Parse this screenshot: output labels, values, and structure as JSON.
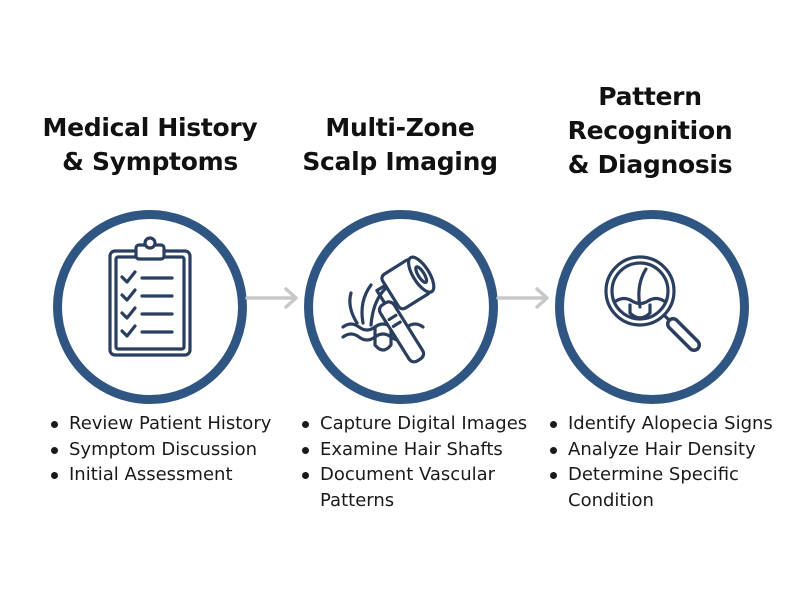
{
  "steps": [
    {
      "title": "Medical History\n& Symptoms",
      "icon": "clipboard-checklist-icon",
      "bullets": [
        "Review Patient History",
        "Symptom Discussion",
        "Initial Assessment"
      ]
    },
    {
      "title": "Multi-Zone\nScalp Imaging",
      "icon": "dermatoscope-scalp-icon",
      "bullets": [
        "Capture Digital Images",
        "Examine Hair Shafts",
        "Document Vascular Patterns"
      ]
    },
    {
      "title": "Pattern\nRecognition\n& Diagnosis",
      "icon": "magnifier-hair-follicle-icon",
      "bullets": [
        "Identify Alopecia Signs",
        "Analyze Hair Density",
        "Determine Specific Condition"
      ]
    }
  ],
  "colors": {
    "ring": "#2f5583",
    "icon_stroke": "#2a3f5f",
    "arrow": "#c8c8c8",
    "text": "#111111"
  }
}
